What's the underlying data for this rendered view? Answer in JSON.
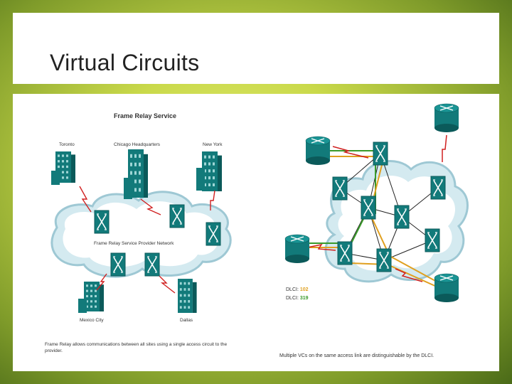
{
  "slide": {
    "title": "Virtual Circuits"
  },
  "left_figure": {
    "heading": "Frame Relay Service",
    "sites": {
      "toronto": "Toronto",
      "chicago": "Chicago Headquarters",
      "new_york": "New York",
      "mexico_city": "Mexico City",
      "dallas": "Dallas"
    },
    "cloud_label": "Frame Relay Service Provider Network",
    "caption": "Frame Relay allows communications between all sites using a single access circuit to the provider."
  },
  "right_figure": {
    "legend": [
      {
        "label": "DLCI: ",
        "value": "102",
        "color": "#e0a020"
      },
      {
        "label": "DLCI: ",
        "value": "319",
        "color": "#3a9a2a"
      }
    ],
    "caption": "Multiple VCs on the same access link are distinguishable by the DLCI."
  },
  "colors": {
    "device_teal": "#127a7a",
    "device_dark": "#0b5a5a",
    "cloud_fill": "#d4eaf0",
    "cloud_stroke": "#9ec8d4",
    "link_red": "#d02020",
    "vc_orange": "#e0a020",
    "vc_green": "#3a9a2a"
  }
}
